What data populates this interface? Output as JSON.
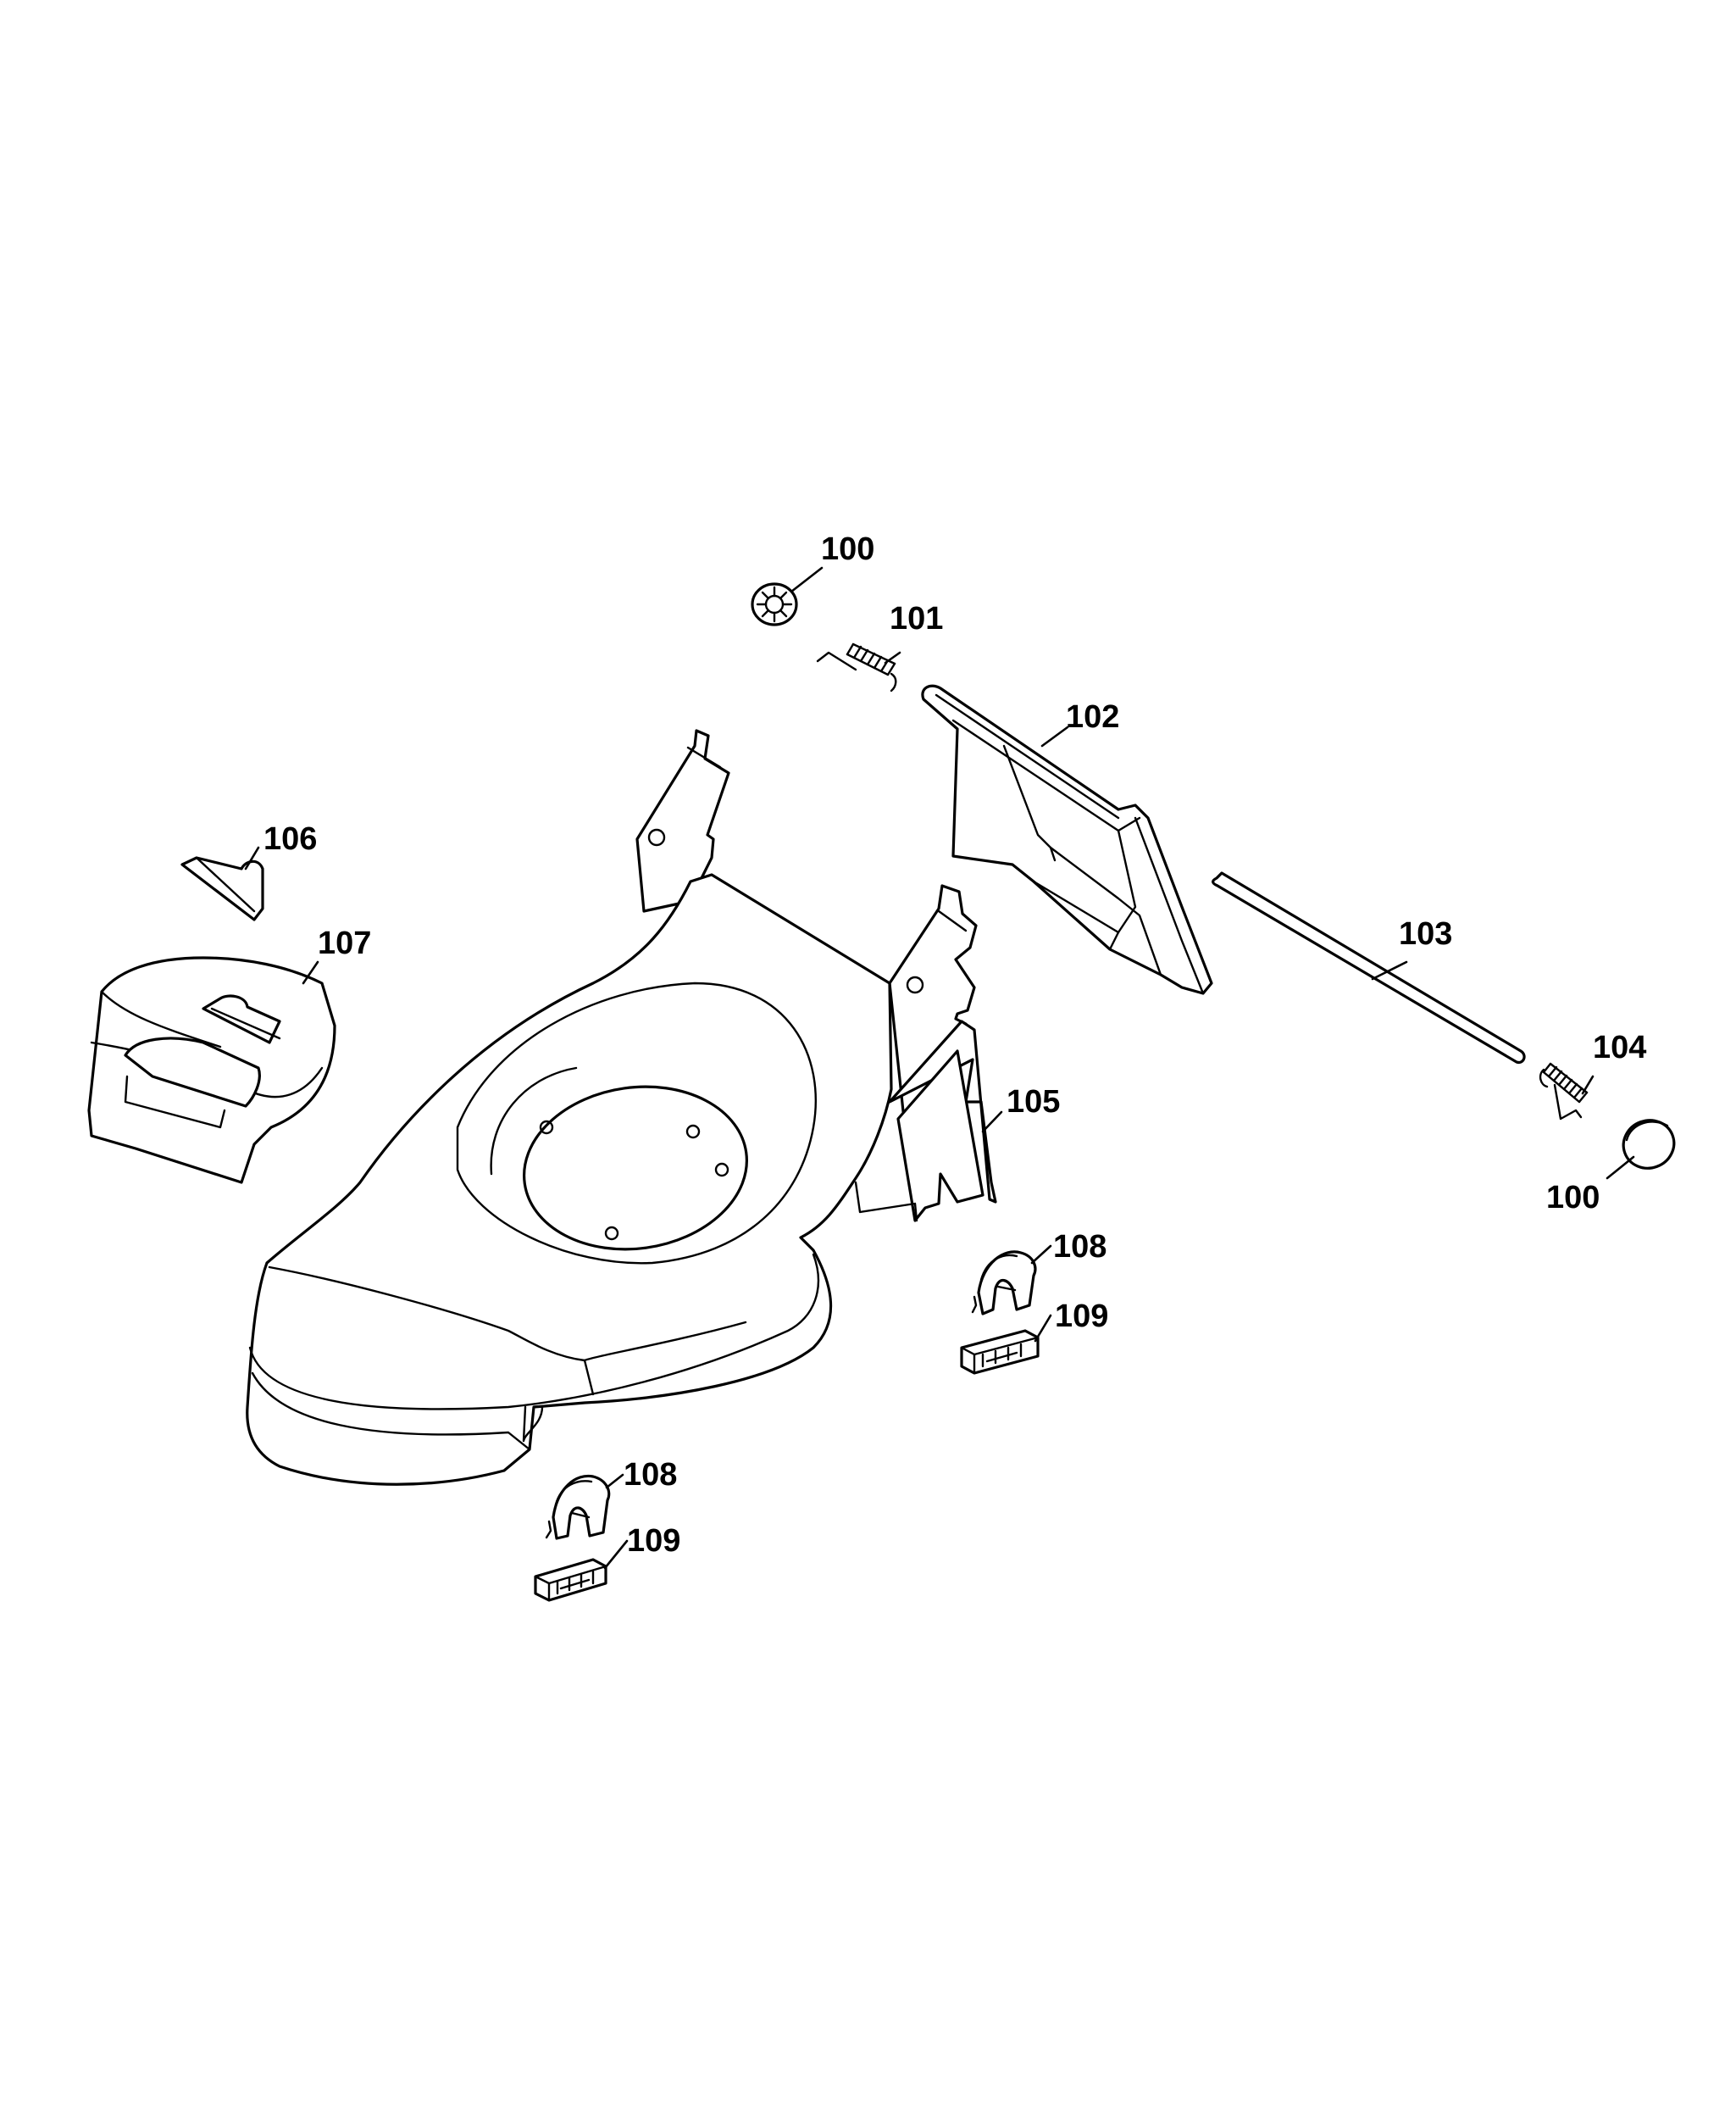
{
  "callouts": {
    "c100a": "100",
    "c101": "101",
    "c102": "102",
    "c103": "103",
    "c104": "104",
    "c100b": "100",
    "c105": "105",
    "c106": "106",
    "c107": "107",
    "c108a": "108",
    "c109a": "109",
    "c108b": "108",
    "c109b": "109"
  },
  "colors": {
    "line": "#000000",
    "background": "#ffffff"
  }
}
